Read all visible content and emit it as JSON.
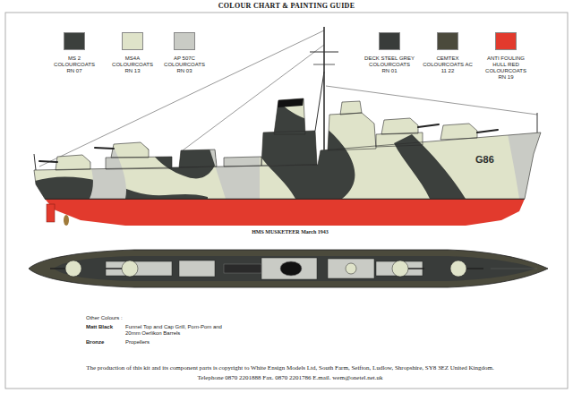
{
  "diagram": {
    "title": "COLOUR CHART & PAINTING GUIDE",
    "labels": [
      "G86",
      "HMS MUSKETEER March 1943",
      "Other Colours :",
      "Matt Black",
      "Funnel Top and Cap Grill, Pom-Pom and 20mm Oerlikon Barrels",
      "Bronze",
      "Propellers",
      "The production of this kit and its component parts is copyright to White Ensign Models Ltd, South Farm, Seifton, Ludlow, Shropshire, SY8 3EZ United Kingdom.",
      "Telephone 0870 2201888 Fax. 0870 2201786 E.mail. wem@onetel.net.uk"
    ],
    "legend": [
      {
        "text": "MS 2 COLOURCOATS RN 07",
        "color": "#3c403d"
      },
      {
        "text": "MS4A COLOURCOATS RN 13",
        "color": "#dfe3c9"
      },
      {
        "text": "AP 507C COLOURCOATS RN 03",
        "color": "#c9cbc5"
      },
      {
        "text": "DECK STEEL GREY COLOURCOATS RN 01",
        "color": "#393c3a"
      },
      {
        "text": "CEMTEX COLOURCOATS AC 11 22",
        "color": "#4b4a3c"
      },
      {
        "text": "ANTI FOULING HULL RED COLOURCOATS RN 19",
        "color": "#e23a2d"
      }
    ]
  }
}
